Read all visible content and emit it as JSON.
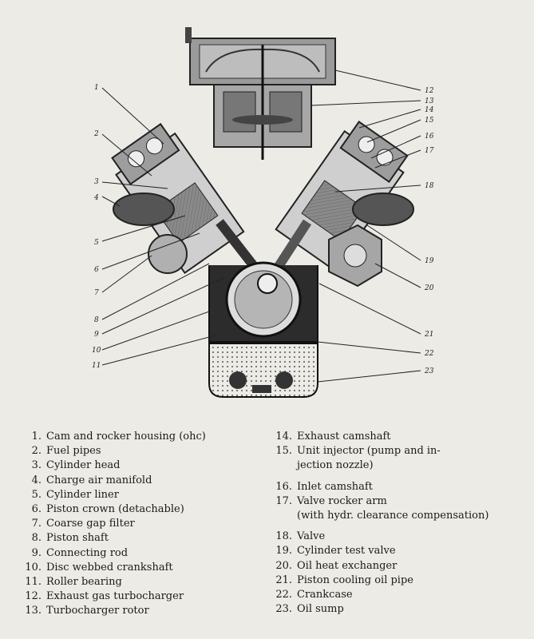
{
  "callouts": [
    "1",
    "2",
    "3",
    "4",
    "5",
    "6",
    "7",
    "8",
    "9",
    "10",
    "11",
    "12",
    "13",
    "14",
    "15",
    "16",
    "17",
    "18",
    "19",
    "20",
    "21",
    "22",
    "23"
  ],
  "legend": {
    "left": [
      {
        "num": "1.",
        "text": "Cam and rocker housing (ohc)"
      },
      {
        "num": "2.",
        "text": "Fuel pipes"
      },
      {
        "num": "3.",
        "text": "Cylinder head"
      },
      {
        "num": "4.",
        "text": "Charge air manifold"
      },
      {
        "num": "5.",
        "text": "Cylinder liner"
      },
      {
        "num": "6.",
        "text": "Piston crown (detachable)"
      },
      {
        "num": "7.",
        "text": "Coarse gap filter"
      },
      {
        "num": "8.",
        "text": "Piston shaft"
      },
      {
        "num": "9.",
        "text": "Connecting rod"
      },
      {
        "num": "10.",
        "text": "Disc webbed crankshaft"
      },
      {
        "num": "11.",
        "text": "Roller bearing"
      },
      {
        "num": "12.",
        "text": "Exhaust gas turbocharger"
      },
      {
        "num": "13.",
        "text": "Turbocharger rotor"
      }
    ],
    "right": [
      {
        "num": "14.",
        "text": "Exhaust camshaft"
      },
      {
        "num": "15.",
        "text": "Unit injector (pump and in-\njection nozzle)"
      },
      {
        "num": "16.",
        "text": "Inlet camshaft"
      },
      {
        "num": "17.",
        "text": "Valve rocker arm\n(with hydr. clearance compensation)"
      },
      {
        "num": "18.",
        "text": "Valve"
      },
      {
        "num": "19.",
        "text": "Cylinder test valve"
      },
      {
        "num": "20.",
        "text": "Oil heat exchanger"
      },
      {
        "num": "21.",
        "text": "Piston cooling oil pipe"
      },
      {
        "num": "22.",
        "text": "Crankcase"
      },
      {
        "num": "23.",
        "text": "Oil sump"
      }
    ]
  }
}
